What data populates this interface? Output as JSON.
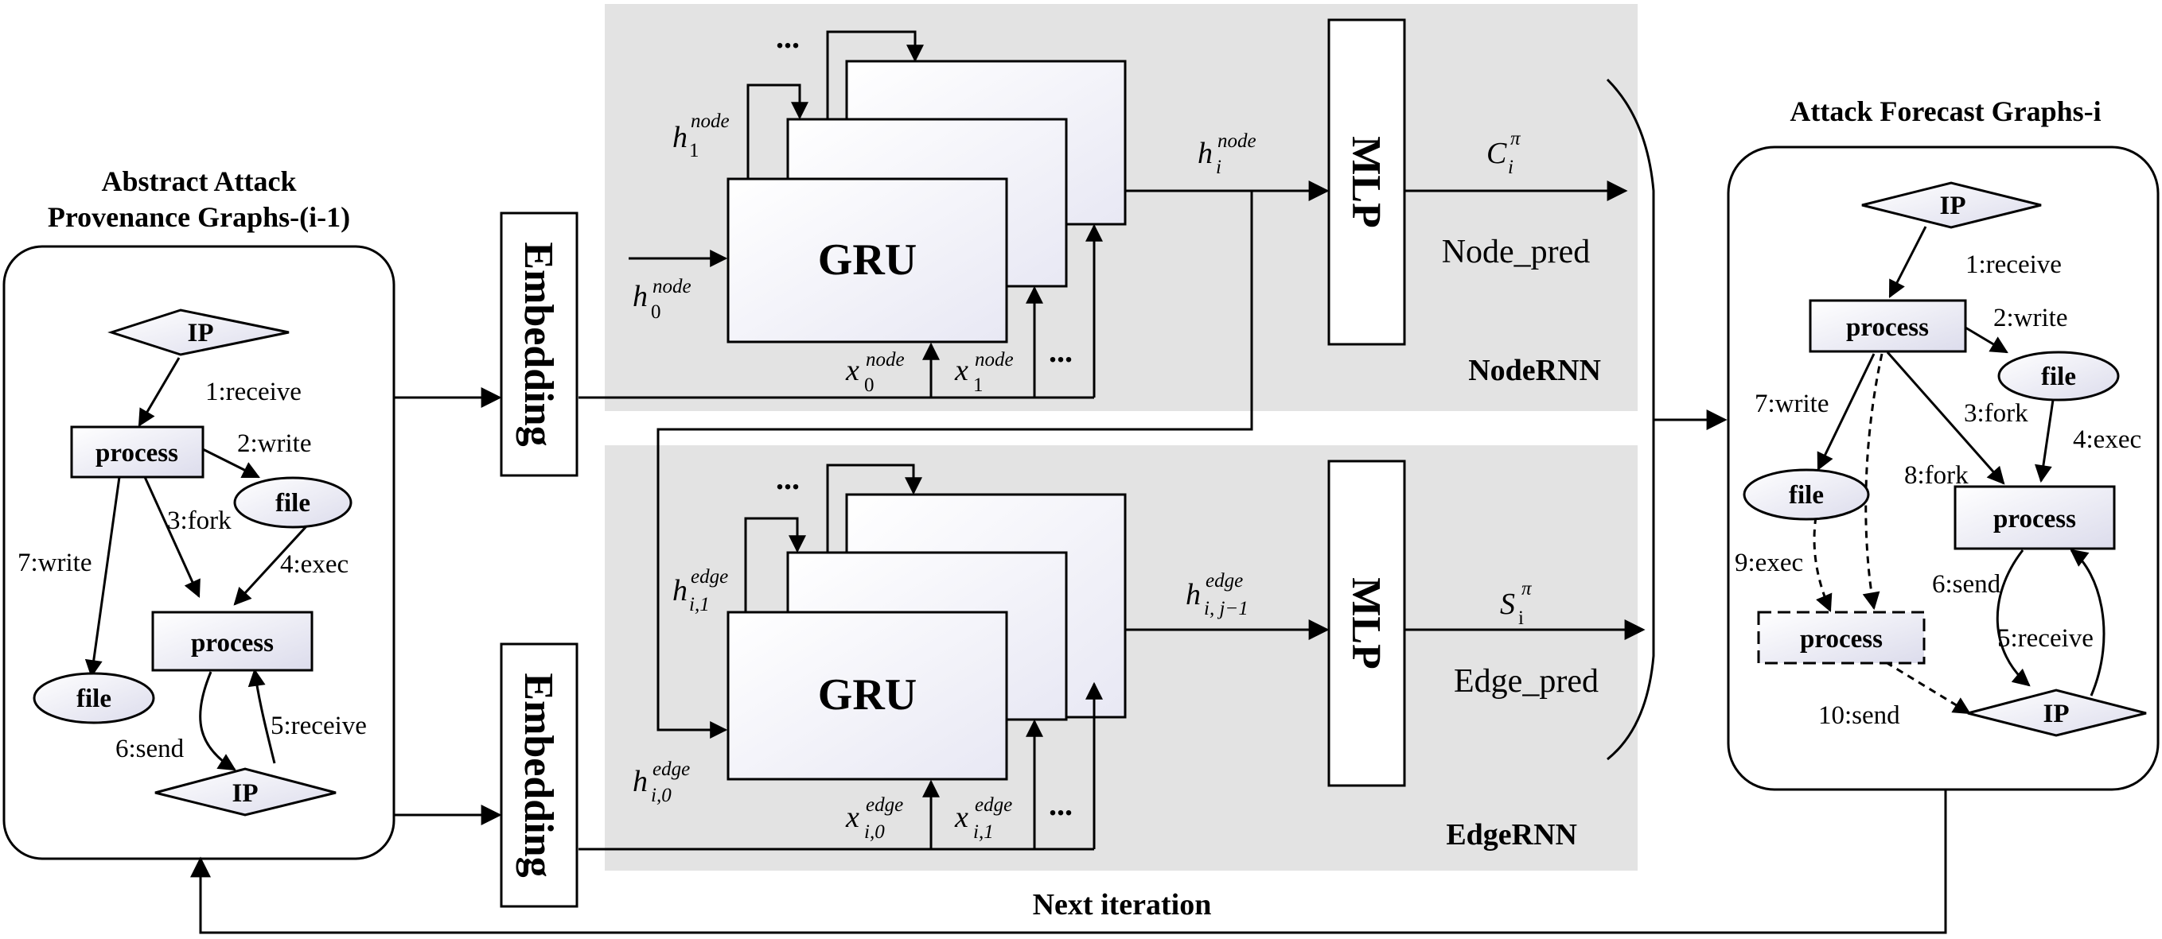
{
  "left_panel": {
    "title_line1": "Abstract Attack",
    "title_line2": "Provenance Graphs-(i-1)",
    "nodes": {
      "ip_top": "IP",
      "process1": "process",
      "file1": "file",
      "process2": "process",
      "file2": "file",
      "ip_bottom": "IP"
    },
    "edges": {
      "receive1": "1:receive",
      "write2": "2:write",
      "fork3": "3:fork",
      "exec4": "4:exec",
      "write7": "7:write",
      "send6": "6:send",
      "receive5": "5:receive"
    }
  },
  "embedding": {
    "top": "Embedding",
    "bottom": "Embedding"
  },
  "node_rnn": {
    "label": "NodeRNN",
    "gru": "GRU",
    "mlp": "MLP",
    "dots_top": "...",
    "dots_input": "...",
    "h1": {
      "base": "h",
      "sup": "node",
      "sub": "1"
    },
    "h0": {
      "base": "h",
      "sup": "node",
      "sub": "0"
    },
    "x0": {
      "base": "x",
      "sup": "node",
      "sub": "0"
    },
    "x1": {
      "base": "x",
      "sup": "node",
      "sub": "1"
    },
    "hi": {
      "base": "h",
      "sup": "node",
      "sub": "i"
    },
    "c": {
      "base": "C",
      "sup": "π",
      "sub": "i"
    },
    "pred": "Node_pred"
  },
  "edge_rnn": {
    "label": "EdgeRNN",
    "gru": "GRU",
    "mlp": "MLP",
    "dots_top": "...",
    "dots_input": "...",
    "h1": {
      "base": "h",
      "sup": "edge",
      "sub": "i,1"
    },
    "h0": {
      "base": "h",
      "sup": "edge",
      "sub": "i,0"
    },
    "x0": {
      "base": "x",
      "sup": "edge",
      "sub": "i,0"
    },
    "x1": {
      "base": "x",
      "sup": "edge",
      "sub": "i,1"
    },
    "hij": {
      "base": "h",
      "sup": "edge",
      "sub": "i, j−1"
    },
    "s": {
      "base": "S",
      "sup": "π",
      "sub": "i"
    },
    "pred": "Edge_pred"
  },
  "right_panel": {
    "title": "Attack Forecast Graphs-i",
    "nodes": {
      "ip_top": "IP",
      "process1": "process",
      "file1": "file",
      "file2": "file",
      "process2": "process",
      "process_dashed": "process",
      "ip_bottom": "IP"
    },
    "edges": {
      "receive1": "1:receive",
      "write2": "2:write",
      "fork3": "3:fork",
      "exec4": "4:exec",
      "write7": "7:write",
      "fork8": "8:fork",
      "exec9": "9:exec",
      "send6": "6:send",
      "receive5": "5:receive",
      "send10": "10:send"
    }
  },
  "next_iteration": "Next iteration"
}
